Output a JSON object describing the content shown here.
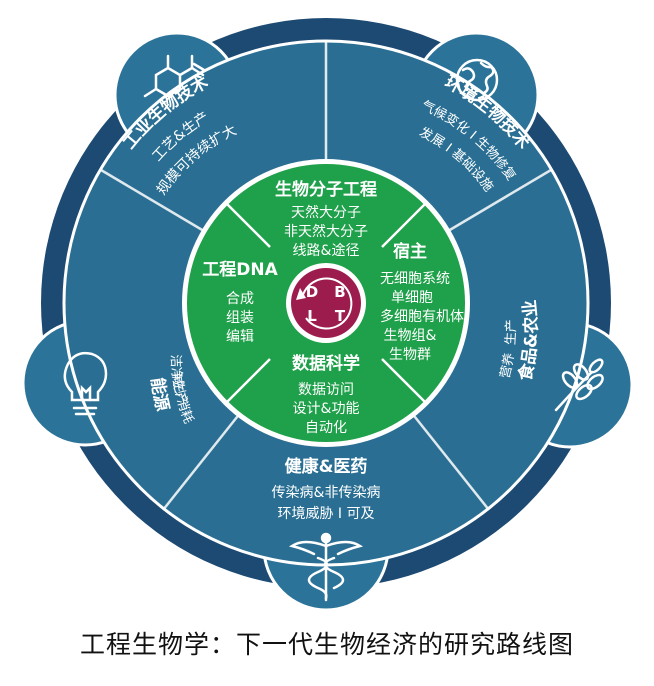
{
  "center": {
    "letters": [
      "D",
      "B",
      "L",
      "T"
    ]
  },
  "inner_sectors": [
    {
      "title": "生物分子工程",
      "lines": [
        "天然大分子",
        "非天然大分子",
        "线路&途径"
      ]
    },
    {
      "title": "宿主",
      "lines": [
        "无细胞系统",
        "单细胞",
        "多细胞有机体",
        "生物组&",
        "生物群"
      ]
    },
    {
      "title": "数据科学",
      "lines": [
        "数据访问",
        "设计&功能",
        "自动化"
      ]
    },
    {
      "title": "工程DNA",
      "lines": [
        "合成",
        "组装",
        "编辑"
      ]
    }
  ],
  "outer_sectors": [
    {
      "title": "工业生物技术",
      "lines": [
        "工艺&生产",
        "规模可持续扩大"
      ],
      "icon": "molecule-icon"
    },
    {
      "title": "环境生物技术",
      "lines": [
        "气候变化 I 生物修复",
        "发展 I 基础设施"
      ],
      "icon": "globe-icon"
    },
    {
      "title": "食品&农业",
      "lines": [
        "生产",
        "营养"
      ],
      "icon": "wheat-icon"
    },
    {
      "title": "健康&医药",
      "lines": [
        "传染病&非传染病",
        "环境威胁 I 可及"
      ],
      "icon": "caduceus-icon"
    },
    {
      "title": "能源",
      "lines": [
        "洁净生产",
        "减少消耗"
      ],
      "icon": "lightbulb-icon"
    }
  ],
  "caption": "工程生物学：下一代生物经济的研究路线图",
  "colors": {
    "outer_ring": "#1d4a72",
    "outer_fill": "#2a6f93",
    "bubble": "#2b7399",
    "inner_fill": "#1fa04a",
    "center_fill": "#9d1c4e",
    "text": "#ffffff"
  }
}
